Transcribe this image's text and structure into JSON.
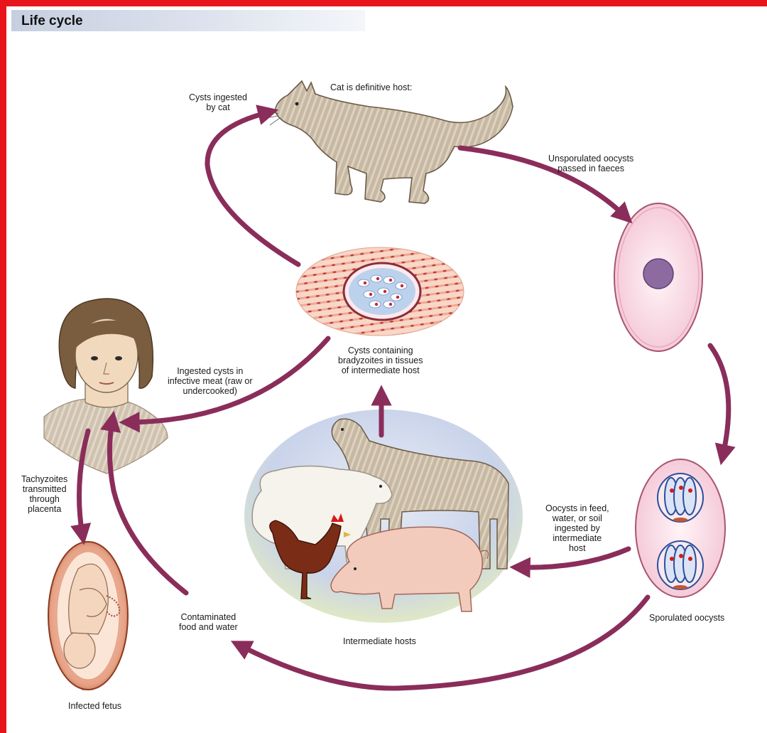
{
  "header": {
    "title": "Life cycle"
  },
  "colors": {
    "arrow": "#8a2d5a",
    "frame": "#e8141c",
    "tissue_band": "#f0b9a8",
    "tissue_dot": "#c23a30",
    "oocyst_fill": "#fbe3ec",
    "oocyst_nucleus": "#8d6aa0",
    "sporocyst": "#2d4f9c",
    "fetus": "#e0a58a",
    "hostbg": "#cfd8ec"
  },
  "icons": [
    "cat-illustration",
    "oocyst-unsporulated-illustration",
    "oocyst-sporulated-illustration",
    "tissue-cyst-illustration",
    "human-illustration",
    "fetus-illustration",
    "intermediate-hosts-illustration"
  ],
  "labels": {
    "cat_host": "Cat is definitive host:",
    "cysts_by_cat": [
      "Cysts ingested",
      "by cat"
    ],
    "unsporulated": [
      "Unsporulated oocysts",
      "passed in faeces"
    ],
    "cysts_tissue": [
      "Cysts containing",
      "bradyzoites in tissues",
      "of intermediate host"
    ],
    "ingested_meat": [
      "Ingested cysts in",
      "infective meat (raw or",
      "undercooked)"
    ],
    "tachyzoites": [
      "Tachyzoites",
      "transmitted",
      "through",
      "placenta"
    ],
    "oocysts_feed": [
      "Oocysts in feed,",
      "water, or soil",
      "ingested by",
      "intermediate",
      "host"
    ],
    "sporulated": "Sporulated oocysts",
    "intermediate_hosts": "Intermediate hosts",
    "contaminated": [
      "Contaminated",
      "food and water"
    ],
    "infected_fetus": "Infected fetus"
  }
}
